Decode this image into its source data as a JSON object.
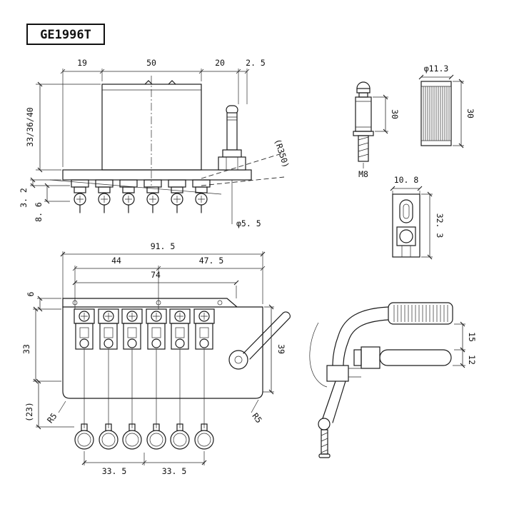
{
  "title": "GE1996T",
  "side_view": {
    "dim_19": "19",
    "dim_50": "50",
    "dim_20": "20",
    "dim_2_5": "2. 5",
    "dim_height": "33/36/40",
    "dim_3_2": "3. 2",
    "dim_8_6": "8. 6",
    "radius_label": "(R350)",
    "dim_phi_5_5": "φ5. 5"
  },
  "stud_view": {
    "dim_30": "30",
    "thread_label": "M8"
  },
  "bushing_view": {
    "dim_phi_11_3": "φ11.3",
    "dim_30": "30"
  },
  "clamp_view": {
    "dim_10_8": "10. 8",
    "dim_32_3": "32. 3"
  },
  "front_view": {
    "dim_91_5": "91. 5",
    "dim_44": "44",
    "dim_47_5": "47. 5",
    "dim_74": "74",
    "dim_6": "6",
    "dim_33": "33",
    "dim_23": "(23)",
    "dim_39": "39",
    "radius_left": "R5",
    "radius_right": "R5",
    "dim_33_5_a": "33. 5",
    "dim_33_5_b": "33. 5"
  },
  "arm_view": {
    "dim_15": "15",
    "dim_12": "12"
  }
}
